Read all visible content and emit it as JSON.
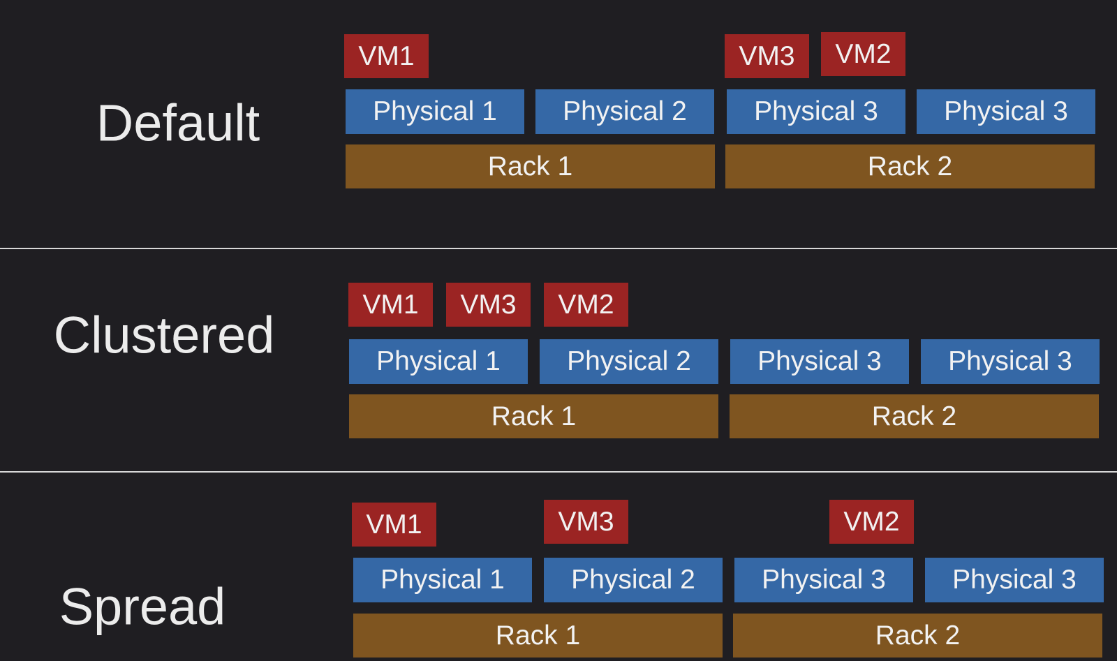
{
  "sections": [
    {
      "title": "Default",
      "vms": [
        "VM1",
        "VM3",
        "VM2"
      ],
      "physicals": [
        "Physical 1",
        "Physical 2",
        "Physical 3",
        "Physical 3"
      ],
      "racks": [
        "Rack 1",
        "Rack 2"
      ]
    },
    {
      "title": "Clustered",
      "vms": [
        "VM1",
        "VM3",
        "VM2"
      ],
      "physicals": [
        "Physical 1",
        "Physical 2",
        "Physical 3",
        "Physical 3"
      ],
      "racks": [
        "Rack 1",
        "Rack 2"
      ]
    },
    {
      "title": "Spread",
      "vms": [
        "VM1",
        "VM3",
        "VM2"
      ],
      "physicals": [
        "Physical 1",
        "Physical 2",
        "Physical 3",
        "Physical 3"
      ],
      "racks": [
        "Rack 1",
        "Rack 2"
      ]
    }
  ],
  "colors": {
    "background": "#1f1e22",
    "vm": "#9b2423",
    "physical": "#3568a6",
    "rack": "#7f5520"
  }
}
